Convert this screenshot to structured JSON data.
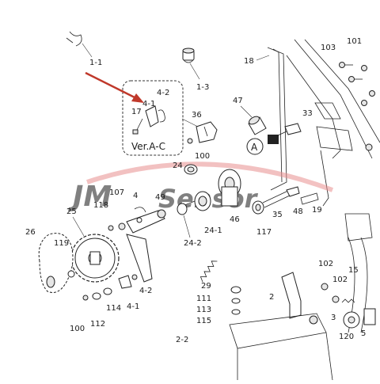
{
  "callout_box_label": "Ver.A-C",
  "callout_part": "4-1",
  "watermark": {
    "brand": "JM",
    "suffix": "Sensor"
  },
  "circle_label": "A",
  "colors": {
    "arrow": "#c0392b",
    "watermark_blue": "#4aa3e8",
    "watermark_swoosh": "#e98f8f"
  },
  "labels": {
    "l_1_1": "1-1",
    "l_1_3": "1-3",
    "l_18": "18",
    "l_103": "103",
    "l_101": "101",
    "l_47": "47",
    "l_4_2_top": "4-2",
    "l_17": "17",
    "l_36": "36",
    "l_33": "33",
    "l_100_top": "100",
    "l_24": "24",
    "l_107": "107",
    "l_4": "4",
    "l_49": "49",
    "l_118": "118",
    "l_25": "25",
    "l_26": "26",
    "l_119": "119",
    "l_24_1": "24-1",
    "l_46": "46",
    "l_24_2": "24-2",
    "l_35": "35",
    "l_48": "48",
    "l_19": "19",
    "l_117": "117",
    "l_102a": "102",
    "l_102b": "102",
    "l_15": "15",
    "l_4_2_bot": "4-2",
    "l_29": "29",
    "l_111": "111",
    "l_113": "113",
    "l_115": "115",
    "l_2": "2",
    "l_3": "3",
    "l_5": "5",
    "l_120": "120",
    "l_114": "114",
    "l_4_1_bot": "4-1",
    "l_100_bot": "100",
    "l_112": "112",
    "l_22": "2-2"
  }
}
